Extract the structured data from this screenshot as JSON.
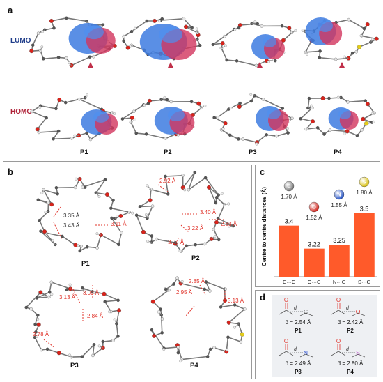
{
  "panels": {
    "a": {
      "label": "a",
      "row_labels": {
        "lumo": "LUMO",
        "homo": "HOMO"
      },
      "molecules": [
        "P1",
        "P2",
        "P3",
        "P4"
      ]
    },
    "b": {
      "label": "b",
      "molecules": [
        "P1",
        "P2",
        "P3",
        "P4"
      ],
      "p1_dist": [
        "3.11 Å",
        "3.35 Å",
        "3.43 Å"
      ],
      "p2_dist": [
        "2.92 Å",
        "3.40 Å",
        "2.83 Å",
        "3.22 Å",
        "3.04 Å"
      ],
      "p3_dist": [
        "3.13 Å",
        "3.00 Å",
        "2.84 Å",
        "2.78 Å"
      ],
      "p4_dist": [
        "2.85 Å",
        "2.95 Å",
        "3.13 Å"
      ]
    },
    "c": {
      "label": "c"
    },
    "d": {
      "label": "d",
      "cells": [
        {
          "name": "P1",
          "dist": "d̄ = 2.54 Å",
          "atom": "C",
          "atom_color": "#555555"
        },
        {
          "name": "P2",
          "dist": "d̄ = 2.42 Å",
          "atom": "O",
          "atom_color": "#e0342b"
        },
        {
          "name": "P3",
          "dist": "d̄ = 2.49 Å",
          "atom": "N",
          "atom_color": "#2a4fd0"
        },
        {
          "name": "P4",
          "dist": "d̄ = 2.80 Å",
          "atom": "S",
          "atom_color": "#c040d0"
        }
      ],
      "label_O": "O",
      "label_d": "d"
    }
  },
  "chart_data": {
    "type": "bar",
    "title": "",
    "ylabel": "Centre to centre distances (Å)",
    "xlabel": "",
    "categories": [
      "C···C",
      "O···C",
      "N···C",
      "S···C"
    ],
    "values": [
      3.4,
      3.22,
      3.25,
      3.5
    ],
    "value_labels": [
      "3.4",
      "3.22",
      "3.25",
      "3.5"
    ],
    "ylim": [
      3.0,
      3.6
    ],
    "grid": false,
    "atoms": [
      {
        "symbol": "C",
        "radius": "1.70 Å",
        "color": "#7a7a7a"
      },
      {
        "symbol": "O",
        "radius": "1.52 Å",
        "color": "#d0231b"
      },
      {
        "symbol": "N",
        "radius": "1.55 Å",
        "color": "#2a57c8"
      },
      {
        "symbol": "S",
        "radius": "1.80 Å",
        "color": "#d9c21a"
      }
    ],
    "bar_color": "#ff5a2a"
  }
}
